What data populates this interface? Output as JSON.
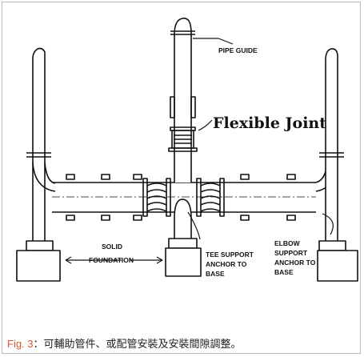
{
  "labels": {
    "pipe_guide": "PIPE GUIDE",
    "flexible_joint": "Flexible Joint",
    "solid": "SOLID",
    "foundation": "FOUNDATION",
    "tee_1": "TEE SUPPORT",
    "tee_2": "ANCHOR TO",
    "tee_3": "BASE",
    "elbow_1": "ELBOW",
    "elbow_2": "SUPPORT",
    "elbow_3": "ANCHOR TO",
    "elbow_4": "BASE"
  },
  "caption": {
    "fig": "Fig. 3",
    "text": "：可輔助管件、或配管安裝及安裝間隙調整。"
  }
}
